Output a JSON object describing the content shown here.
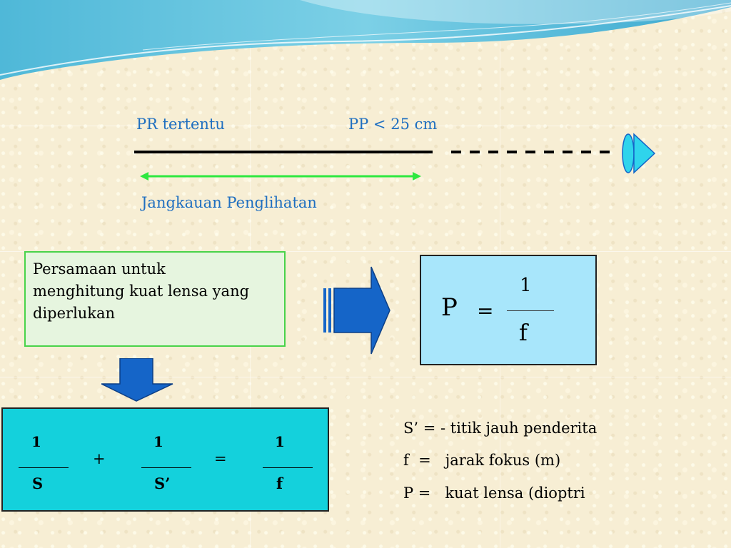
{
  "diagram": {
    "pr_label": "PR tertentu",
    "pp_label": "PP < 25 cm",
    "range_label": "Jangkauan Penglihatan"
  },
  "equation_box": {
    "text_line1": "Persamaan untuk",
    "text_line2": "menghitung kuat lensa yang",
    "text_line3": "diperlukan"
  },
  "power_formula": {
    "lhs": "P",
    "equals": "=",
    "numerator": "1",
    "denominator": "f"
  },
  "lens_formula": {
    "term1_num": "1",
    "term1_den": "S",
    "plus": "+",
    "term2_num": "1",
    "term2_den": "S’",
    "equals": "=",
    "term3_num": "1",
    "term3_den": "f"
  },
  "definitions": [
    "S’ = - titik jauh penderita",
    "f  =   jarak fokus (m)",
    "P =   kuat lensa (dioptri"
  ],
  "colors": {
    "label_blue": "#1f6fc0",
    "arrow_green": "#2ee840",
    "arrow_blue": "#1565c8",
    "eye_cyan": "#2fd4ec"
  }
}
